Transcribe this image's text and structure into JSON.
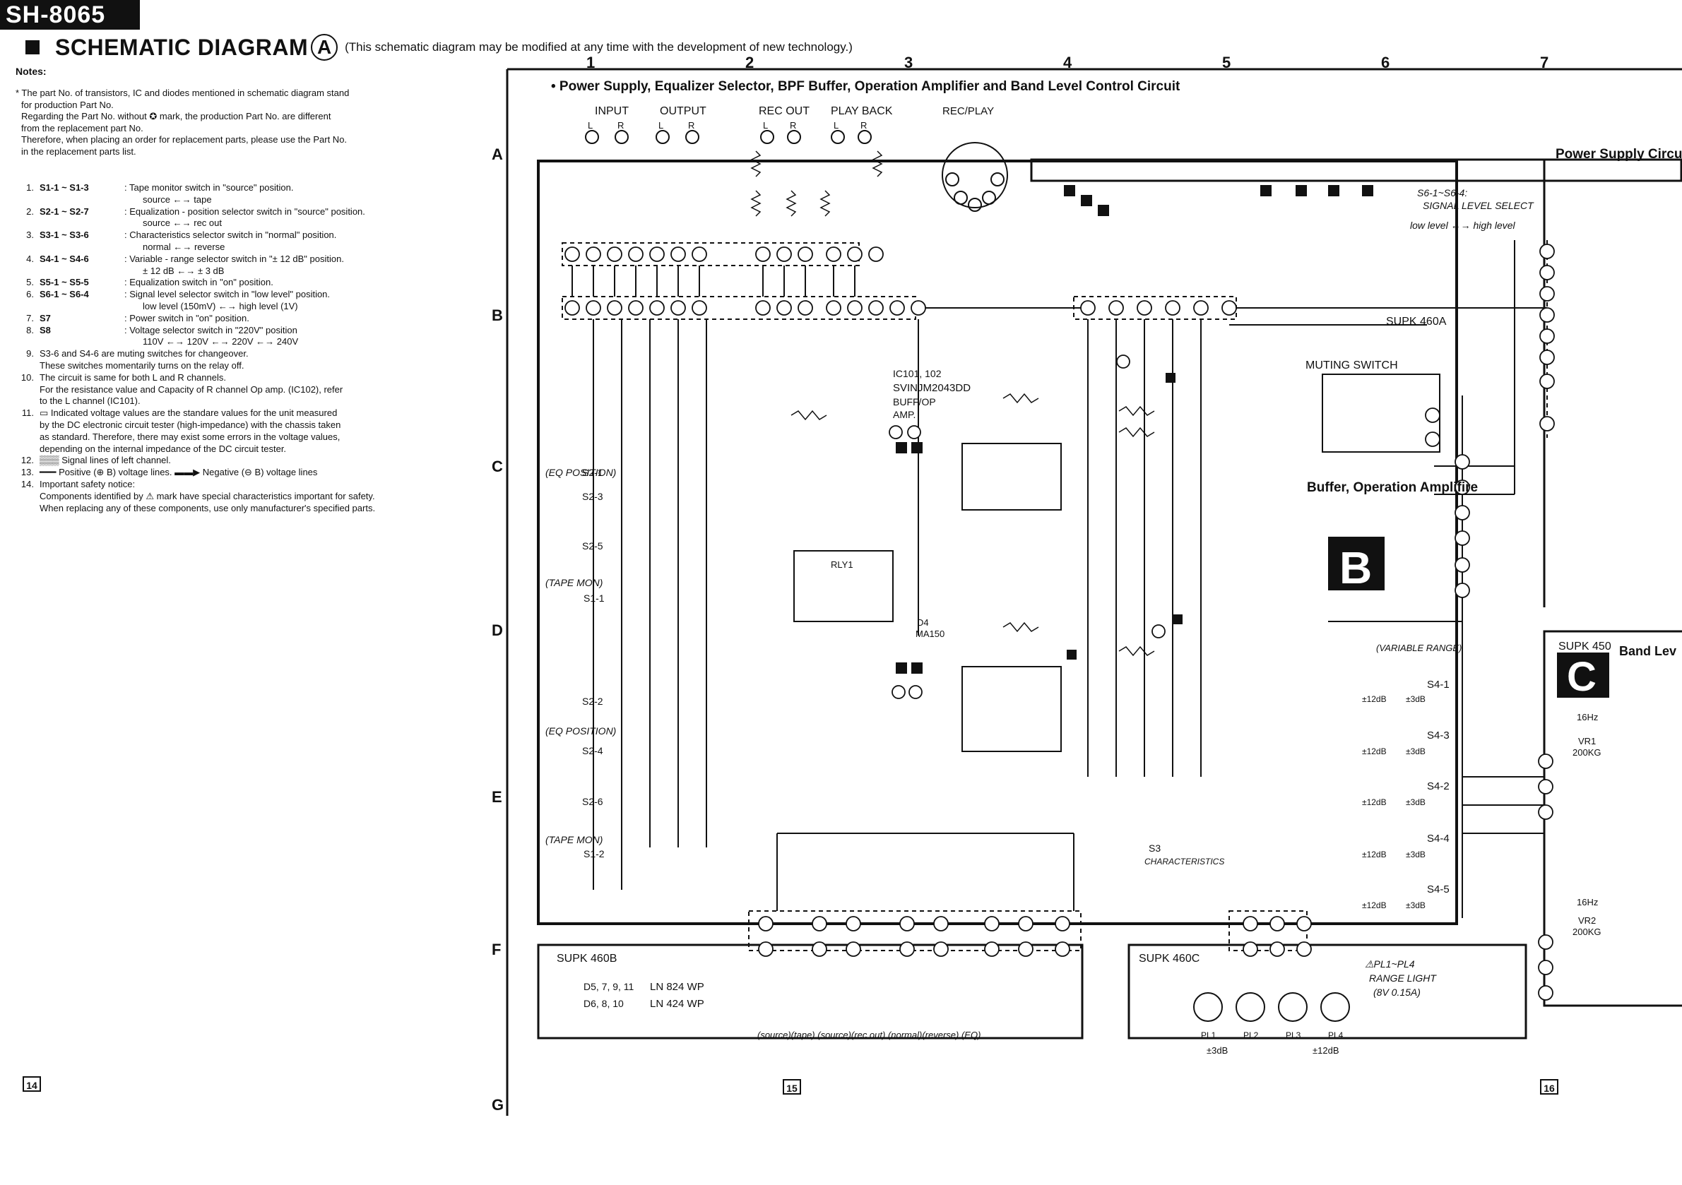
{
  "header": {
    "model": "SH-8065",
    "title": "SCHEMATIC DIAGRAM",
    "title_mark": "A",
    "title_note": "(This schematic diagram may be modified at any time with the development of new technology.)"
  },
  "notes": {
    "heading": "Notes:",
    "intro": [
      "* The part No. of transistors, IC and diodes mentioned in schematic diagram stand",
      "for production Part No.",
      "Regarding the Part No. without ✪ mark, the production Part No. are different",
      "from the replacement part No.",
      "Therefore, when placing an order for replacement parts, please use the Part No.",
      "in the replacement parts list."
    ],
    "items": [
      {
        "num": "1.",
        "key": "S1-1 ~ S1-3",
        "desc": ": Tape monitor switch in \"source\" position.",
        "sub": "source ←→ tape"
      },
      {
        "num": "2.",
        "key": "S2-1 ~ S2-7",
        "desc": ": Equalization - position selector switch in \"source\" position.",
        "sub": "source ←→ rec out"
      },
      {
        "num": "3.",
        "key": "S3-1 ~ S3-6",
        "desc": ": Characteristics selector switch in \"normal\" position.",
        "sub": "normal ←→ reverse"
      },
      {
        "num": "4.",
        "key": "S4-1 ~ S4-6",
        "desc": ": Variable - range selector switch in \"± 12 dB\" position.",
        "sub": "± 12 dB ←→ ± 3 dB"
      },
      {
        "num": "5.",
        "key": "S5-1 ~ S5-5",
        "desc": ": Equalization switch in \"on\" position.",
        "sub": ""
      },
      {
        "num": "6.",
        "key": "S6-1 ~ S6-4",
        "desc": ": Signal level selector switch in \"low level\" position.",
        "sub": "low level (150mV) ←→ high level (1V)"
      },
      {
        "num": "7.",
        "key": "S7",
        "desc": ": Power switch in \"on\" position.",
        "sub": ""
      },
      {
        "num": "8.",
        "key": "S8",
        "desc": ": Voltage selector switch in \"220V\" position",
        "sub": "110V ←→ 120V ←→ 220V ←→ 240V"
      }
    ],
    "extra": [
      {
        "num": "9.",
        "lines": [
          "S3-6 and S4-6 are muting switches for changeover.",
          "These switches momentarily turns on the relay off."
        ]
      },
      {
        "num": "10.",
        "lines": [
          "The circuit is same for both L and R channels.",
          "For the resistance value and Capacity of R channel Op amp. (IC102), refer",
          "to the L channel (IC101)."
        ]
      },
      {
        "num": "11.",
        "lines": [
          "▭ Indicated voltage values are the standare values for the unit measured",
          "by the DC electronic circuit tester (high-impedance) with the chassis taken",
          "as standard.  Therefore, there may exist some errors in the voltage values,",
          "depending on the internal impedance of the DC circuit tester."
        ]
      },
      {
        "num": "12.",
        "lines": [
          "▒▒▒ Signal lines of left channel."
        ]
      },
      {
        "num": "13.",
        "lines": [
          "━━━ Positive (⊕ B) voltage lines.  ▬▬▶ Negative (⊖ B) voltage lines"
        ]
      },
      {
        "num": "14.",
        "lines": [
          "Important safety notice:",
          "Components identified by ⚠ mark have special characteristics important for safety.",
          "When replacing any of these components, use only manufacturer's specified parts."
        ]
      }
    ]
  },
  "grid": {
    "columns": [
      "1",
      "2",
      "3",
      "4",
      "5",
      "6",
      "7"
    ],
    "rows": [
      "A",
      "B",
      "C",
      "D",
      "E",
      "F",
      "G"
    ]
  },
  "schematic": {
    "section_title": "• Power Supply, Equalizer Selector, BPF Buffer, Operation Amplifier and Band Level Control Circuit",
    "jacks": {
      "input": "INPUT",
      "output": "OUTPUT",
      "rec_out": "REC OUT",
      "play_back": "PLAY BACK",
      "rec_play": "REC/PLAY",
      "l": "L",
      "r": "R"
    },
    "blocks": {
      "power_supply": "Power Supply Circuit",
      "supk460a": "SUPK 460A",
      "muting_switch": "MUTING SWITCH",
      "buffer_amp": "Buffer, Operation Amplifire",
      "block_b": "B",
      "supk450": "SUPK 450",
      "band_level": "Band Lev",
      "block_c": "C",
      "supk460b": "SUPK 460B",
      "supk460c": "SUPK 460C",
      "ic101": "IC101, 102",
      "ic_part": "SVINJM2043DD",
      "buff_op": "BUFF/OP",
      "amp": "AMP.",
      "led1": "D5, 7, 9, 11",
      "led1_part": "LN 824 WP",
      "led2": "D6, 8, 10",
      "led2_part": "LN 424 WP",
      "pl_label": "⚠PL1~PL4",
      "range_light": "RANGE LIGHT",
      "range_spec": "(8V 0.15A)",
      "signal_level": "S6-1~S6-4:",
      "signal_level2": "SIGNAL LEVEL SELECT",
      "level_range": "low level ←→ high level",
      "variable_range": "(VARIABLE RANGE)",
      "characteristics": "CHARACTERISTICS",
      "s3": "S3",
      "eq_position": "(EQ POSITION)",
      "tape_mon": "(TAPE MON)",
      "rly": "RLY1",
      "d4": "D4",
      "d4_part": "MA150",
      "vr1": "VR1",
      "vr2": "VR2",
      "vr_val": "200KG",
      "hz16": "16Hz",
      "pl1": "PL1",
      "pl2": "PL2",
      "pl3": "PL3",
      "pl4": "PL4",
      "db3": "±3dB",
      "db12": "±12dB"
    },
    "switches": [
      {
        "name": "S4-1",
        "a": "±12dB",
        "b": "±3dB"
      },
      {
        "name": "S4-3",
        "a": "±12dB",
        "b": "±3dB"
      },
      {
        "name": "S4-2",
        "a": "±12dB",
        "b": "±3dB"
      },
      {
        "name": "S4-4",
        "a": "±12dB",
        "b": "±3dB"
      },
      {
        "name": "S4-5",
        "a": "±12dB",
        "b": "±3dB"
      }
    ],
    "left_switches": [
      "S2-1",
      "S2-3",
      "S2-5",
      "S1-1",
      "S2-2",
      "S2-4",
      "S2-6",
      "S1-2"
    ],
    "bottom_caption": "(source)(tape)   (source)(rec out)  (normal)(reverse)  (EQ)"
  },
  "pages": [
    "14",
    "15",
    "16"
  ]
}
